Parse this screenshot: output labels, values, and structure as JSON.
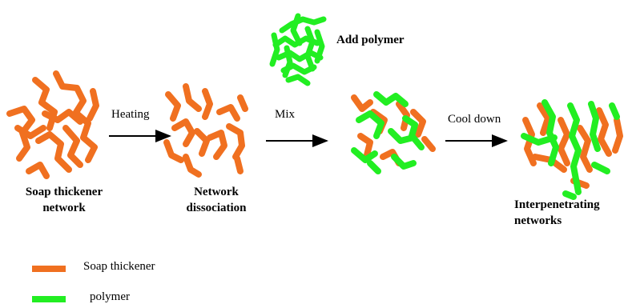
{
  "colors": {
    "soap": "#f07020",
    "polymer": "#22ee22",
    "arrow": "#000000"
  },
  "stages": [
    {
      "name": "soap-network",
      "caption_lines": [
        "Soap thickener",
        "network"
      ]
    },
    {
      "name": "network-dissociation",
      "caption_lines": [
        "Network",
        "dissociation"
      ]
    },
    {
      "name": "mixed",
      "caption_lines": []
    },
    {
      "name": "interpenetrating",
      "caption_lines": [
        "Interpenetrating",
        "networks"
      ]
    }
  ],
  "steps": [
    {
      "label": "Heating"
    },
    {
      "label": "Mix"
    },
    {
      "label": "Cool down"
    }
  ],
  "add_polymer_label": "Add polymer",
  "legend": [
    {
      "label": "Soap thickener",
      "color": "#f07020"
    },
    {
      "label": "polymer",
      "color": "#22ee22"
    }
  ]
}
